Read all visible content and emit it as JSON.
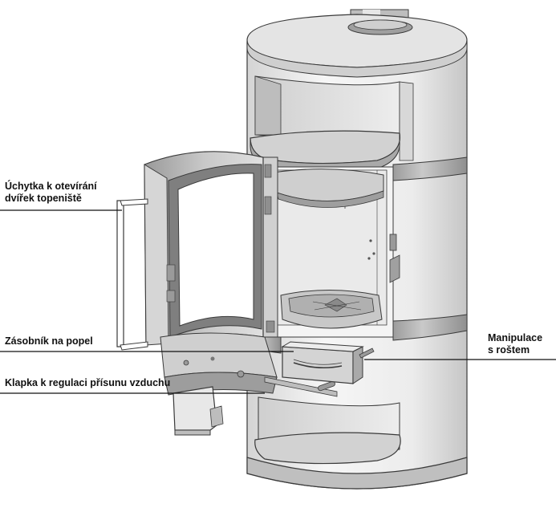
{
  "labels": {
    "door_handle_line1": "Úchytka k otevírání",
    "door_handle_line2": "dvířek topeniště",
    "ash_box": "Zásobník na popel",
    "air_flap": "Klapka k regulaci přísunu vzduchu",
    "grate_line1": "Manipulace",
    "grate_line2": "s roštem"
  },
  "colors": {
    "outline": "#3a3a3a",
    "body_light": "#f2f2f2",
    "body_mid": "#d9d9d9",
    "body_dark": "#a8a8a8",
    "band": "#b5b5b5"
  }
}
